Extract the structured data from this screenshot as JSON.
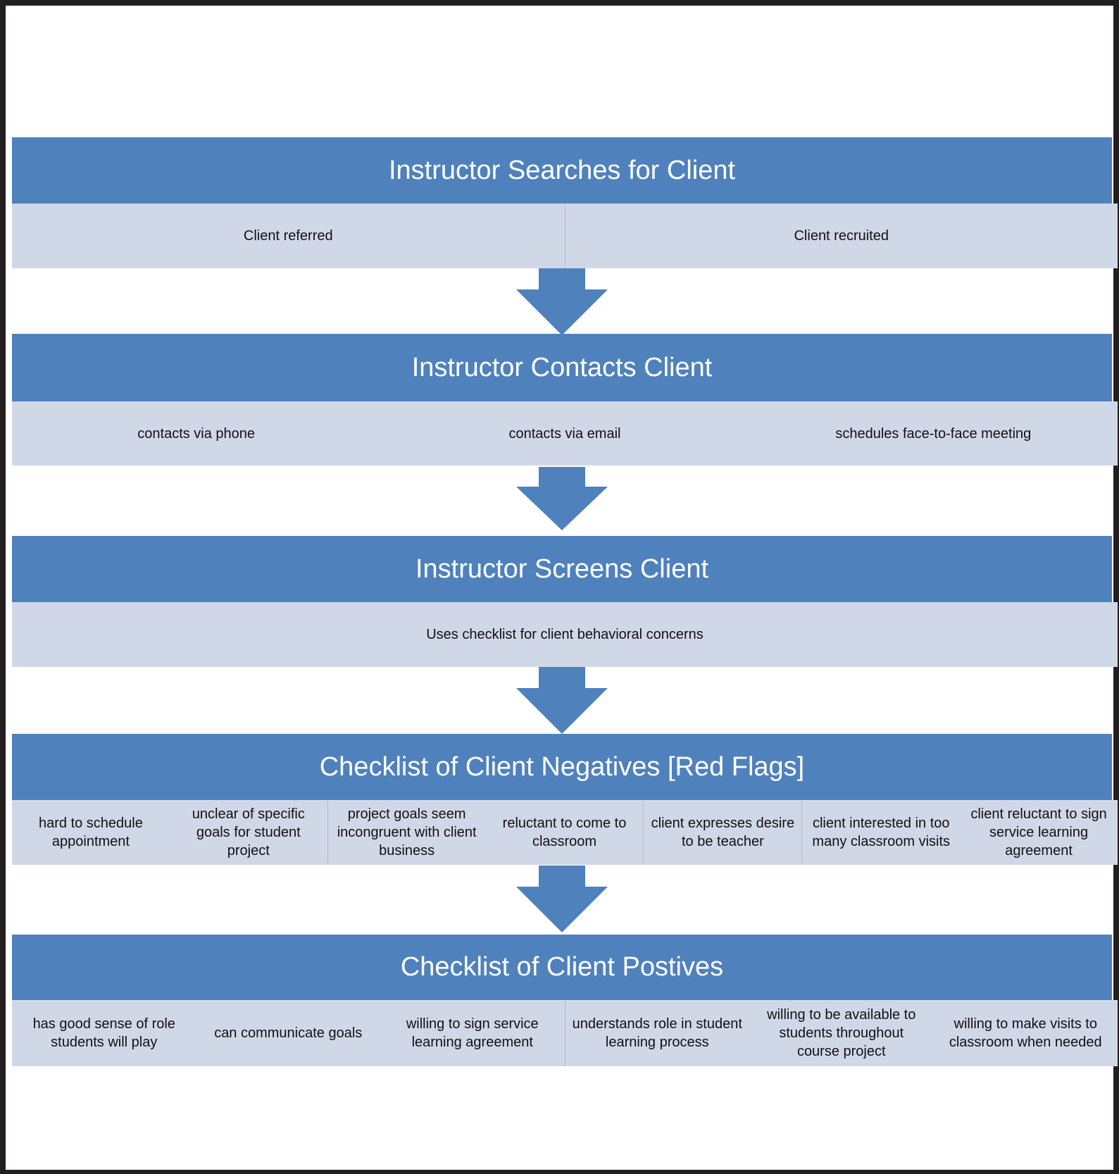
{
  "colors": {
    "header_fill": "#4f81bd",
    "row_fill": "#d0d8e8",
    "arrow_fill": "#4f81bd",
    "frame": "#231f20"
  },
  "sections": [
    {
      "title": "Instructor Searches for Client",
      "items": [
        "Client referred",
        "Client recruited"
      ]
    },
    {
      "title": "Instructor Contacts Client",
      "items": [
        "contacts via phone",
        "contacts via email",
        "schedules face-to-face meeting"
      ]
    },
    {
      "title": "Instructor Screens Client",
      "items": [
        "Uses checklist for client behavioral concerns"
      ]
    },
    {
      "title": "Checklist of Client Negatives [Red Flags]",
      "items": [
        "hard to schedule appointment",
        "unclear of specific goals for student project",
        "project goals seem incongruent with client business",
        "reluctant to come to classroom",
        "client expresses desire to be teacher",
        "client interested in too many classroom visits",
        "client reluctant to sign service learning agreement"
      ]
    },
    {
      "title": "Checklist of Client Postives",
      "items": [
        "has good sense of role students will play",
        "can communicate goals",
        "willing to sign service learning agreement",
        "understands role in student learning process",
        "willing to be available to students throughout course project",
        "willing to make visits to classroom when needed"
      ]
    }
  ]
}
